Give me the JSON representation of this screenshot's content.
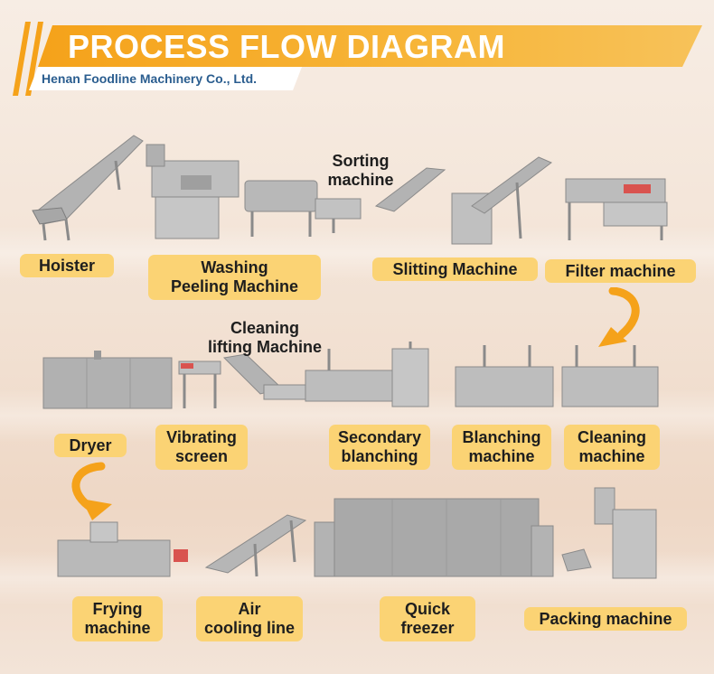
{
  "header": {
    "title": "PROCESS FLOW DIAGRAM",
    "company": "Henan Foodline Machinery Co., Ltd."
  },
  "colors": {
    "accent": "#f5a21a",
    "label_bg": "#fbd374",
    "company_text": "#2a5d8f",
    "machine_steel": "#b9b9b9"
  },
  "stages": {
    "hoister": "Hoister",
    "washing_line1": "Washing",
    "washing_line2": "Peeling Machine",
    "sorting_line1": "Sorting",
    "sorting_line2": "machine",
    "slitting": "Slitting Machine",
    "filter": "Filter machine",
    "cleaning_lifting_line1": "Cleaning",
    "cleaning_lifting_line2": "lifting Machine",
    "dryer": "Dryer",
    "vibrating_line1": "Vibrating",
    "vibrating_line2": "screen",
    "secondary_line1": "Secondary",
    "secondary_line2": "blanching",
    "blanching_line1": "Blanching",
    "blanching_line2": "machine",
    "cleaning_line1": "Cleaning",
    "cleaning_line2": "machine",
    "frying_line1": "Frying",
    "frying_line2": "machine",
    "air_line1": "Air",
    "air_line2": "cooling line",
    "quick_line1": "Quick",
    "quick_line2": "freezer",
    "packing": "Packing machine"
  },
  "icons": [
    "flow-arrow-icon",
    "stripe-decoration-icon"
  ]
}
